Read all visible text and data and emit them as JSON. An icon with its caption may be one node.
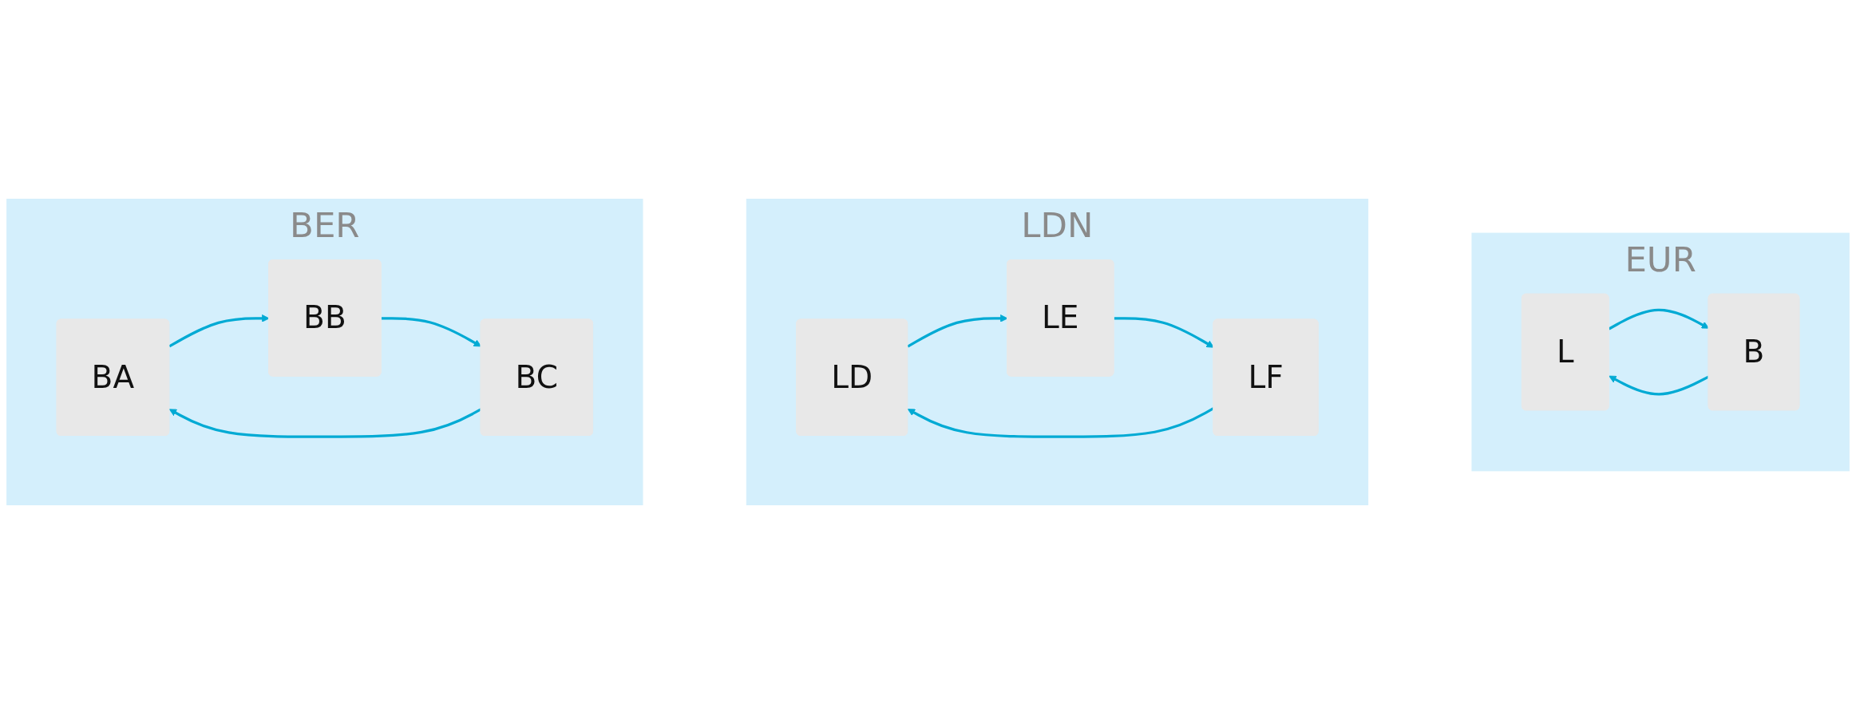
{
  "diagram": {
    "nodes": [
      {
        "text": [
          "EUR"
        ]
      },
      {
        "text": [
          "L"
        ],
        "in": 0
      },
      {
        "text": [
          "B"
        ],
        "in": 0
      },
      {
        "text": [
          "LDN"
        ]
      },
      {
        "text": [
          "LD"
        ],
        "in": 3
      },
      {
        "text": [
          "LE"
        ],
        "in": 3
      },
      {
        "text": [
          "LF"
        ],
        "in": 3
      },
      {
        "text": [
          "BER"
        ]
      },
      {
        "text": [
          "BA"
        ],
        "in": 7
      },
      {
        "text": [
          "BB"
        ],
        "in": 7
      },
      {
        "text": [
          "BC"
        ],
        "in": 7
      }
    ],
    "edges": [
      {
        "from": 1,
        "to": 2,
        "arrow": "to"
      },
      {
        "from": 2,
        "to": 1,
        "arrow": "to"
      },
      {
        "from": 4,
        "to": 5,
        "arrow": "to"
      },
      {
        "from": 5,
        "to": 6,
        "arrow": "to"
      },
      {
        "from": 6,
        "to": 4,
        "arrow": "to"
      },
      {
        "from": 8,
        "to": 9,
        "arrow": "to"
      },
      {
        "from": 9,
        "to": 10,
        "arrow": "to"
      },
      {
        "from": 10,
        "to": 8,
        "arrow": "to"
      }
    ]
  }
}
